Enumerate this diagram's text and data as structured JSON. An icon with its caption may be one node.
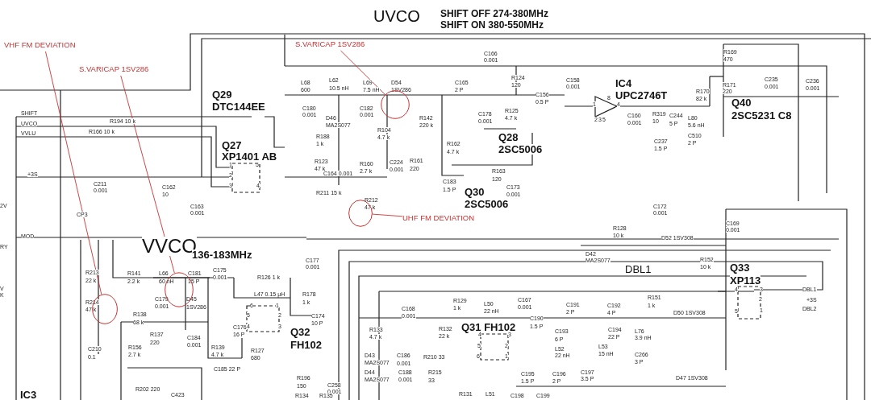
{
  "diagram": {
    "nodes": [
      {
        "text": [
          "VHF FM DEVIATION"
        ]
      },
      {
        "text": [
          "S.VARICAP 1SV286"
        ]
      },
      {
        "text": [
          "S.VARICAP 1SV286"
        ]
      },
      {
        "text": [],
        "shape": "circle"
      },
      {
        "text": [],
        "shape": "circle"
      },
      {
        "text": [
          "UHF FM DEVIATION"
        ]
      },
      {
        "text": [],
        "shape": "circle"
      },
      {
        "text": [],
        "shape": "circle"
      }
    ],
    "edges": [
      {
        "from": 0,
        "to": 7,
        "arrow": "none"
      },
      {
        "from": 2,
        "to": 6,
        "arrow": "none"
      },
      {
        "from": 1,
        "to": 3,
        "arrow": "none"
      },
      {
        "from": 5,
        "to": 4,
        "arrow": "none"
      }
    ],
    "labels": [
      "UVCO",
      "SHIFT OFF 274-380MHz",
      "SHIFT ON 380-550MHz",
      "C166",
      "0.001",
      "R169",
      "470",
      "C158",
      "0.001",
      "R124",
      "120",
      "L68",
      "600",
      "L62",
      "10.5 nH",
      "L69",
      "7.5 nH",
      "D54",
      "1SV286",
      "C165",
      "2 P",
      "IC4",
      "UPC2746T",
      "C235",
      "0.001",
      "C236",
      "0.001",
      "R171",
      "220",
      "R170",
      "82 k",
      "Q29",
      "DTC144EE",
      "C156",
      "0.5 P",
      "Q40",
      "2SC5231 C8",
      "8",
      "1",
      "4",
      "C180",
      "0.001",
      "C182",
      "0.001",
      "C178",
      "0.001",
      "R125",
      "4.7 k",
      "C160",
      "0.001",
      "R319",
      "10",
      "C244",
      "5 P",
      "L80",
      "5.6 nH",
      "SHIFT",
      "R194 10 k",
      "D46",
      "MA2S077",
      "R142",
      "220 k",
      "2",
      "3",
      "5",
      "UVCO",
      "R166 10 k",
      "VVLU",
      "R104",
      "4.7 k",
      "C510",
      "2 P",
      "R188",
      "1 k",
      "Q28",
      "2SC5006",
      "C237",
      "1.5 P",
      "Q27",
      "XP1401 AB",
      "R162",
      "4.7 k",
      "R123",
      "47 k",
      "R161",
      "220",
      "C224",
      "0.001",
      "R160",
      "2.7 k",
      "1",
      "5",
      "R163",
      "120",
      "C164 0.001",
      "+3S",
      "2",
      "C183",
      "1.5 P",
      "C211",
      "0.001",
      "3",
      "4",
      "C162",
      "10",
      "C173",
      "0.001",
      "Q30",
      "R211 15 k",
      "2SC5006",
      "R212",
      "47 k",
      "2V",
      "C163",
      "0.001",
      "C172",
      "0.001",
      "CP3",
      "C169",
      "0.001",
      "R128",
      "10 k",
      "MOD",
      "D52 1SV308",
      "VVCO",
      "136-183MHz",
      "RY",
      "D42",
      "MA2S077",
      "C177",
      "0.001",
      "R152",
      "10 k",
      "DBL1",
      "Q33",
      "XP113",
      "R213",
      "22 k",
      "R141",
      "2.2 k",
      "L66",
      "60 nH",
      "C181",
      "15 P",
      "C175",
      "0.001",
      "R126 1 k",
      "V",
      "K",
      "DBL1",
      "4",
      "3",
      "R178",
      "1 k",
      "L47 0.15 μH",
      "R151",
      "1 k",
      "C167",
      "0.001",
      "R129",
      "1 k",
      "+3S",
      "2",
      "C179",
      "0.001",
      "D45",
      "1SV286",
      "R214",
      "47 k",
      "L50",
      "22 nH",
      "C191",
      "2 P",
      "C192",
      "4 P",
      "6",
      "1",
      "C168",
      "0.001",
      "DBL2",
      "5",
      "1",
      "D50 1SV308",
      "R138",
      "68 k",
      "5",
      "2",
      "C174",
      "10 P",
      "C190",
      "1.5 P",
      "4",
      "3",
      "C176",
      "16 P",
      "Q31 FH102",
      "Q32",
      "FH102",
      "R133",
      "4.7 k",
      "R132",
      "22 k",
      "C194",
      "22 P",
      "L76",
      "3.9 nH",
      "C193",
      "6 P",
      "R137",
      "220",
      "C184",
      "0.001",
      "L53",
      "15 nH",
      "R156",
      "2.7 k",
      "R139",
      "4.7 k",
      "C210",
      "0.1",
      "L52",
      "22 nH",
      "R127",
      "680",
      "C266",
      "3 P",
      "D43",
      "MA2S077",
      "C186",
      "0.001",
      "R210 33",
      "C185 22 P",
      "D44",
      "MA2S077",
      "C188",
      "0.001",
      "R215",
      "33",
      "C195",
      "1.5 P",
      "C196",
      "2 P",
      "C197",
      "3.5 P",
      "D47 1SV308",
      "R196",
      "150",
      "C258",
      "0.001",
      "R202 220",
      "IC3",
      "C423",
      "R131",
      "L51",
      "R134",
      "R135",
      "C198",
      "C199",
      "4",
      "3",
      "5",
      "2",
      "6",
      "1"
    ]
  }
}
